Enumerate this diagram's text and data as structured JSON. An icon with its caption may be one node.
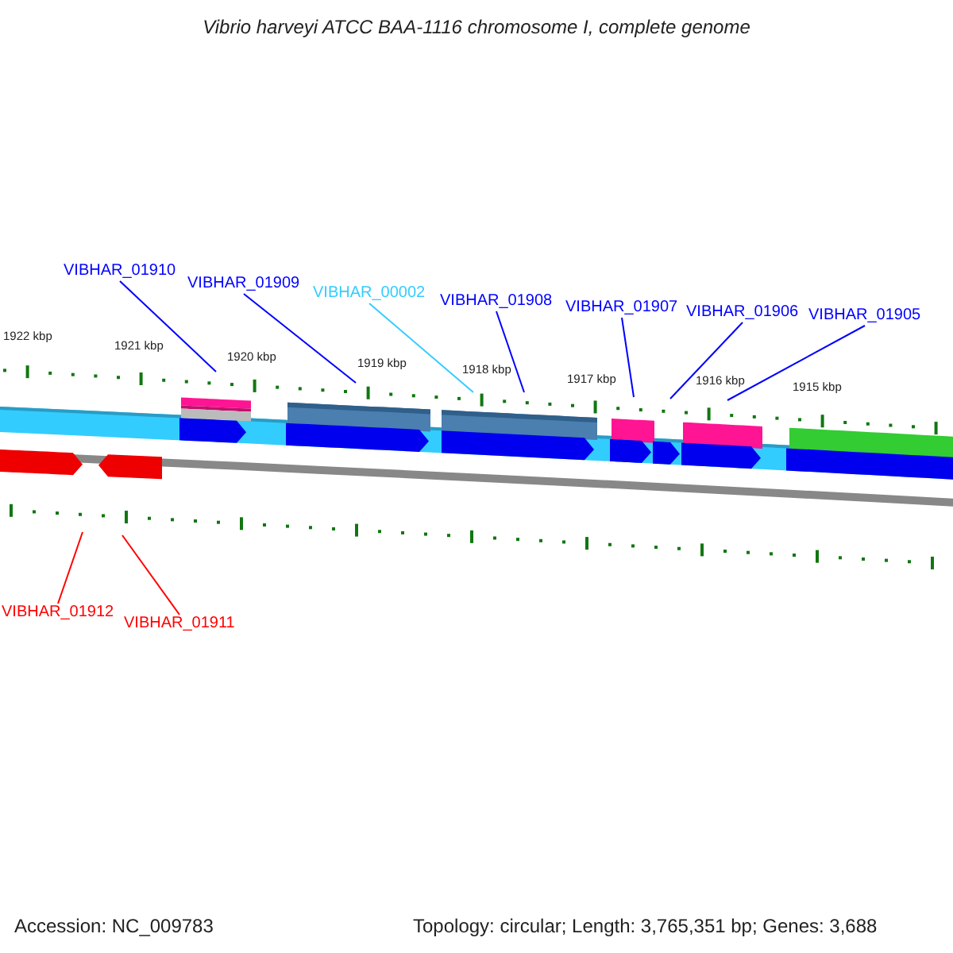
{
  "diagram": {
    "title": "Vibrio harveyi ATCC BAA-1116 chromosome I, complete genome",
    "nodes": [
      {
        "text": [
          "VIBHAR_01910"
        ]
      },
      {
        "text": [
          "VIBHAR_01909"
        ]
      },
      {
        "text": [
          "VIBHAR_00002"
        ]
      },
      {
        "text": [
          "VIBHAR_01908"
        ]
      },
      {
        "text": [
          "VIBHAR_01907"
        ]
      },
      {
        "text": [
          "VIBHAR_01906"
        ]
      },
      {
        "text": [
          "VIBHAR_01905"
        ]
      },
      {
        "text": [
          "VIBHAR_01912"
        ]
      },
      {
        "text": [
          "VIBHAR_01911"
        ]
      }
    ],
    "edges": [
      {
        "from": 0,
        "to": null,
        "arrow": "none"
      },
      {
        "from": 1,
        "to": null,
        "arrow": "none"
      },
      {
        "from": 2,
        "to": null,
        "arrow": "none",
        "color": "#33ccff"
      },
      {
        "from": 3,
        "to": null,
        "arrow": "none"
      },
      {
        "from": 4,
        "to": null,
        "arrow": "none"
      },
      {
        "from": 5,
        "to": null,
        "arrow": "none"
      },
      {
        "from": 6,
        "to": null,
        "arrow": "none"
      },
      {
        "from": 7,
        "to": null,
        "arrow": "none",
        "color": "#ff0000"
      },
      {
        "from": 8,
        "to": null,
        "arrow": "none",
        "color": "#ff0000"
      }
    ],
    "labels": [
      "1922 kbp",
      "1921 kbp",
      "1920 kbp",
      "1919 kbp",
      "1918 kbp",
      "1917 kbp",
      "1916 kbp",
      "1915 kbp",
      "Accession: NC_009783",
      "Topology: circular; Length: 3,765,351 bp; Genes: 3,688"
    ]
  }
}
